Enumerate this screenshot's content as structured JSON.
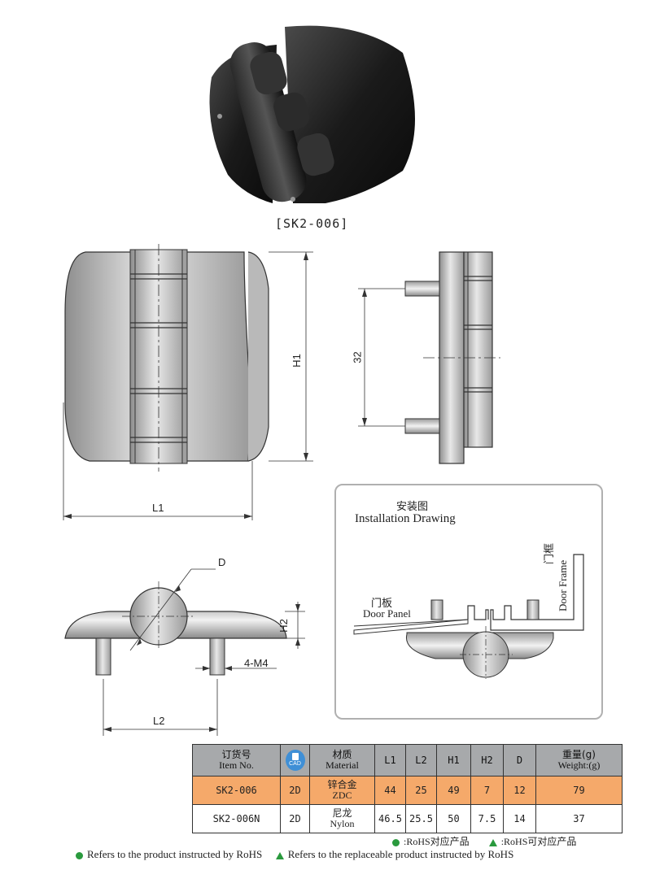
{
  "product_caption": "[SK2-006]",
  "dimensions": {
    "h1": "H1",
    "l1": "L1",
    "hole_spacing": "32",
    "d": "D",
    "h2": "H2",
    "thread": "4-M4",
    "l2": "L2"
  },
  "installation": {
    "title_cn": "安装图",
    "title_en": "Installation Drawing",
    "door_panel_cn": "门板",
    "door_panel_en": "Door Panel",
    "door_frame_cn": "门框",
    "door_frame_en": "Door Frame"
  },
  "table": {
    "headers": [
      {
        "cn": "订货号",
        "en": "Item No."
      },
      {
        "cn": "",
        "en": ""
      },
      {
        "cn": "材质",
        "en": "Material"
      },
      {
        "cn": "L1",
        "en": ""
      },
      {
        "cn": "L2",
        "en": ""
      },
      {
        "cn": "H1",
        "en": ""
      },
      {
        "cn": "H2",
        "en": ""
      },
      {
        "cn": "D",
        "en": ""
      },
      {
        "cn": "重量(g)",
        "en": "Weight:(g)"
      }
    ],
    "cad_label": "CAD",
    "rows": [
      {
        "item": "SK2-006",
        "cad": "2D",
        "material_cn": "锌合金",
        "material_en": "ZDC",
        "l1": "44",
        "l2": "25",
        "h1": "49",
        "h2": "7",
        "d": "12",
        "weight": "79"
      },
      {
        "item": "SK2-006N",
        "cad": "2D",
        "material_cn": "尼龙",
        "material_en": "Nylon",
        "l1": "46.5",
        "l2": "25.5",
        "h1": "50",
        "h2": "7.5",
        "d": "14",
        "weight": "37"
      }
    ]
  },
  "legend": {
    "rohs_cn": ":RoHS对应产品",
    "rohs_replace_cn": ":RoHS可对应产品",
    "rohs_en": "Refers to the product instructed by RoHS",
    "rohs_replace_en": "Refers to the replaceable product instructed by RoHS"
  },
  "colors": {
    "header_gray": "#a7a9ab",
    "row_orange": "#f5a96a",
    "rohs_green": "#2a9a3e",
    "cad_blue": "#3f8fd6"
  }
}
